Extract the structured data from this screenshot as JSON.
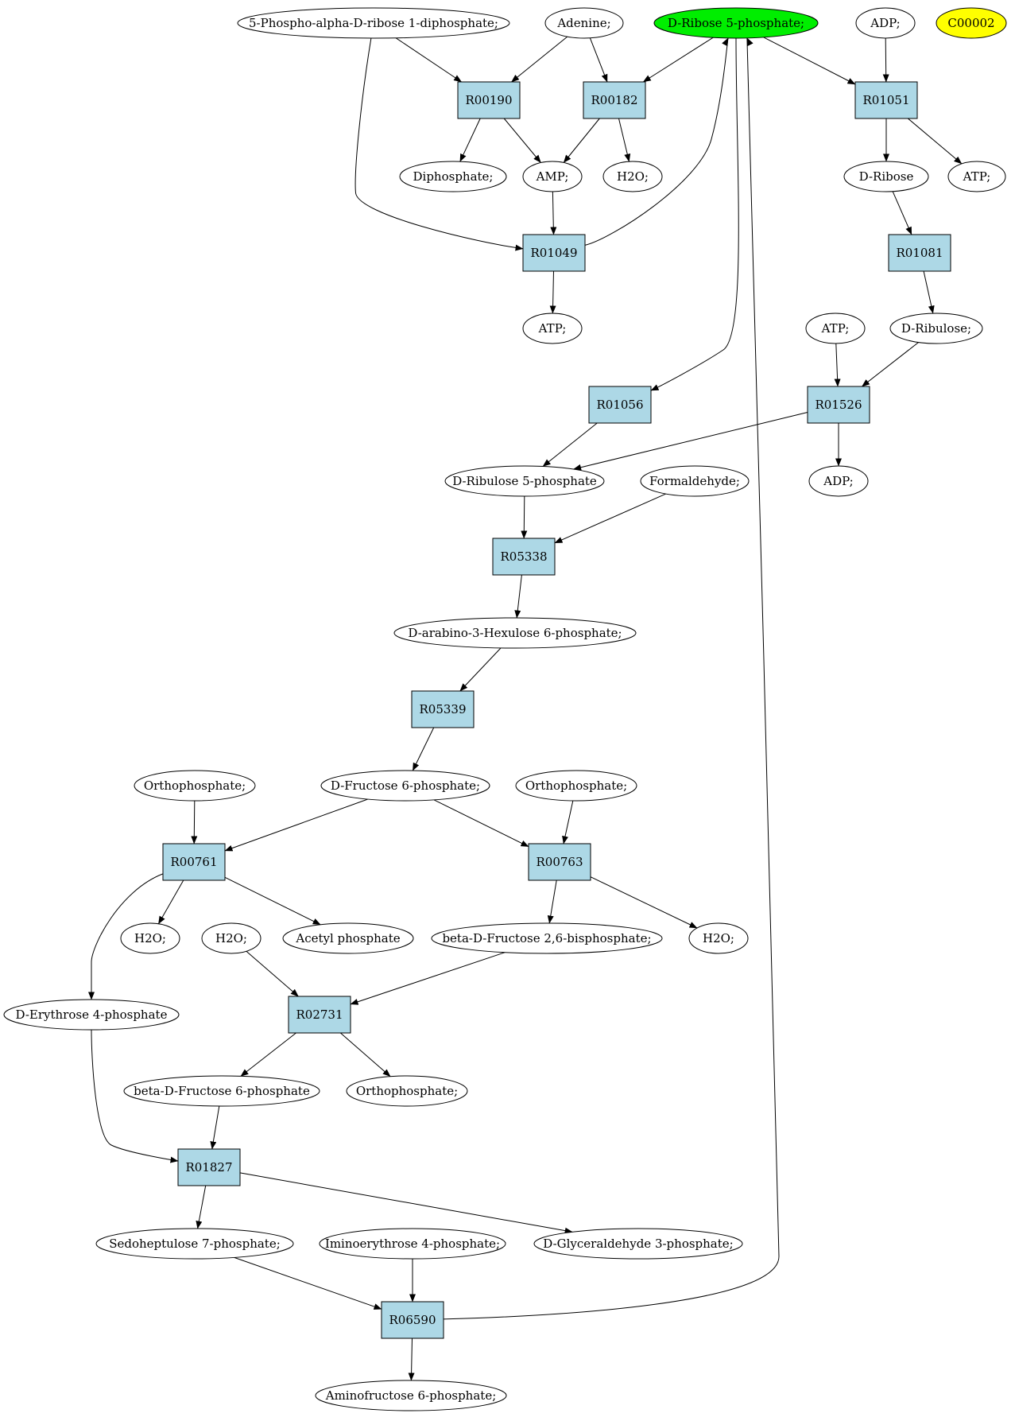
{
  "colors": {
    "compound": "#ffffff",
    "reaction": "#add8e6",
    "highlight_green": "#00ee00",
    "highlight_yellow": "#ffff00"
  },
  "nodes": {
    "prpp": "5-Phospho-alpha-D-ribose 1-diphosphate;",
    "adenine": "Adenine;",
    "r5p": "D-Ribose 5-phosphate;",
    "adp_top": "ADP;",
    "c00002": "C00002",
    "r00190": "R00190",
    "r00182": "R00182",
    "r01051": "R01051",
    "diphosphate": "Diphosphate;",
    "amp": "AMP;",
    "h2o_1": "H2O;",
    "dribose": "D-Ribose",
    "atp_1": "ATP;",
    "r01049": "R01049",
    "r01081": "R01081",
    "atp_2": "ATP;",
    "atp_3": "ATP;",
    "dribulose": "D-Ribulose;",
    "r01056": "R01056",
    "r01526": "R01526",
    "ru5p": "D-Ribulose 5-phosphate",
    "formaldehyde": "Formaldehyde;",
    "adp_2": "ADP;",
    "r05338": "R05338",
    "hexulose6p": "D-arabino-3-Hexulose 6-phosphate;",
    "r05339": "R05339",
    "orthophosphate_1": "Orthophosphate;",
    "f6p": "D-Fructose 6-phosphate;",
    "orthophosphate_2": "Orthophosphate;",
    "r00761": "R00761",
    "r00763": "R00763",
    "h2o_2": "H2O;",
    "h2o_3": "H2O;",
    "acetylp": "Acetyl phosphate",
    "f26bp": "beta-D-Fructose 2,6-bisphosphate;",
    "h2o_4": "H2O;",
    "e4p": "D-Erythrose 4-phosphate",
    "r02731": "R02731",
    "bf6p": "beta-D-Fructose 6-phosphate",
    "orthophosphate_3": "Orthophosphate;",
    "r01827": "R01827",
    "s7p": "Sedoheptulose 7-phosphate;",
    "iminoe4p": "Iminoerythrose 4-phosphate;",
    "g3p": "D-Glyceraldehyde 3-phosphate;",
    "r06590": "R06590",
    "aminof6p": "Aminofructose 6-phosphate;"
  }
}
